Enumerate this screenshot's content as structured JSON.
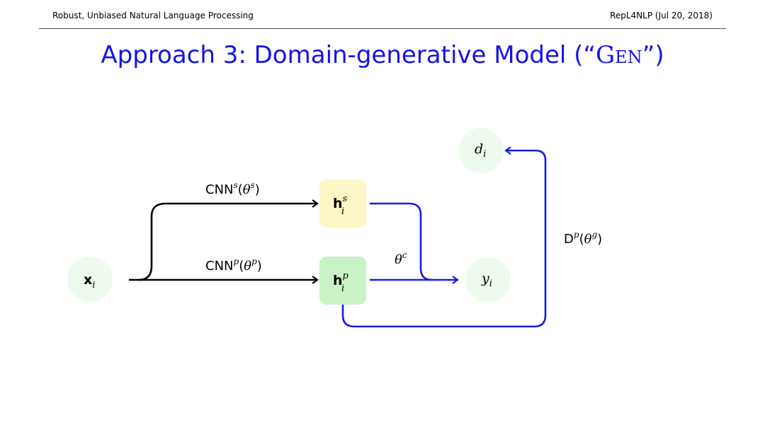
{
  "header": {
    "left": "Robust, Unbiased Natural Language Processing",
    "right": "RepL4NLP (Jul 20, 2018)"
  },
  "title": {
    "main": "Approach 3: Domain-generative Model (“",
    "model_name": "Gen",
    "close": "”)"
  },
  "diagram": {
    "nodes": {
      "x": {
        "base": "x",
        "sub": "i"
      },
      "hs": {
        "base": "h",
        "sup": "s",
        "sub": "i"
      },
      "hp": {
        "base": "h",
        "sup": "p",
        "sub": "i"
      },
      "y": {
        "base": "y",
        "sub": "i"
      },
      "d": {
        "base": "d",
        "sub": "i"
      }
    },
    "edges": {
      "cnn_s": {
        "name": "CNN",
        "sup": "s",
        "param": "θ",
        "param_sup": "s"
      },
      "cnn_p": {
        "name": "CNN",
        "sup": "p",
        "param": "θ",
        "param_sup": "p"
      },
      "classifier": {
        "param": "θ",
        "param_sup": "c"
      },
      "discriminator": {
        "name": "D",
        "sup": "p",
        "param": "θ",
        "param_sup": "g"
      }
    },
    "colors": {
      "node_bg": "#eefaee",
      "hs_bg": "#fdf6c6",
      "hp_bg": "#c9f2c6",
      "black_arrow": "#000000",
      "blue_arrow": "#1a1ae0",
      "title": "#1414e6"
    }
  }
}
